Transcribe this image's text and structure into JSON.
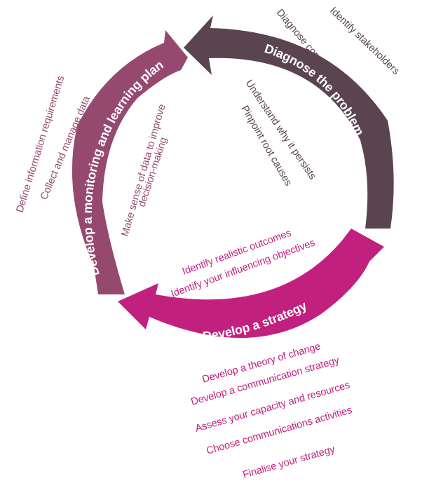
{
  "colors": {
    "diagnose": "#5a4450",
    "strategy": "#c2207f",
    "monitoring": "#96496f"
  },
  "stages": {
    "diagnose": {
      "title": "Diagnose the problem",
      "outer_steps": [
        "Identify stakeholders",
        "Diagnose complexity and uncertainty"
      ],
      "inner_steps": [
        "Understand why it persists",
        "Pinpoint root causes"
      ]
    },
    "strategy": {
      "title": "Develop a strategy",
      "inner_steps": [
        "Identify realistic outcomes",
        "Identify your influencing objectives"
      ],
      "outer_steps": [
        "Develop a theory of change",
        "Develop a communication strategy",
        "Assess your capacity and resources",
        "Choose communications activities",
        "Finalise your strategy"
      ]
    },
    "monitoring": {
      "title": "Develop a monitoring and learning plan",
      "outer_steps": [
        "Define information requirements",
        "Collect and manage data"
      ],
      "inner_steps": [
        "Make sense of data to improve",
        "decision-making"
      ]
    }
  }
}
